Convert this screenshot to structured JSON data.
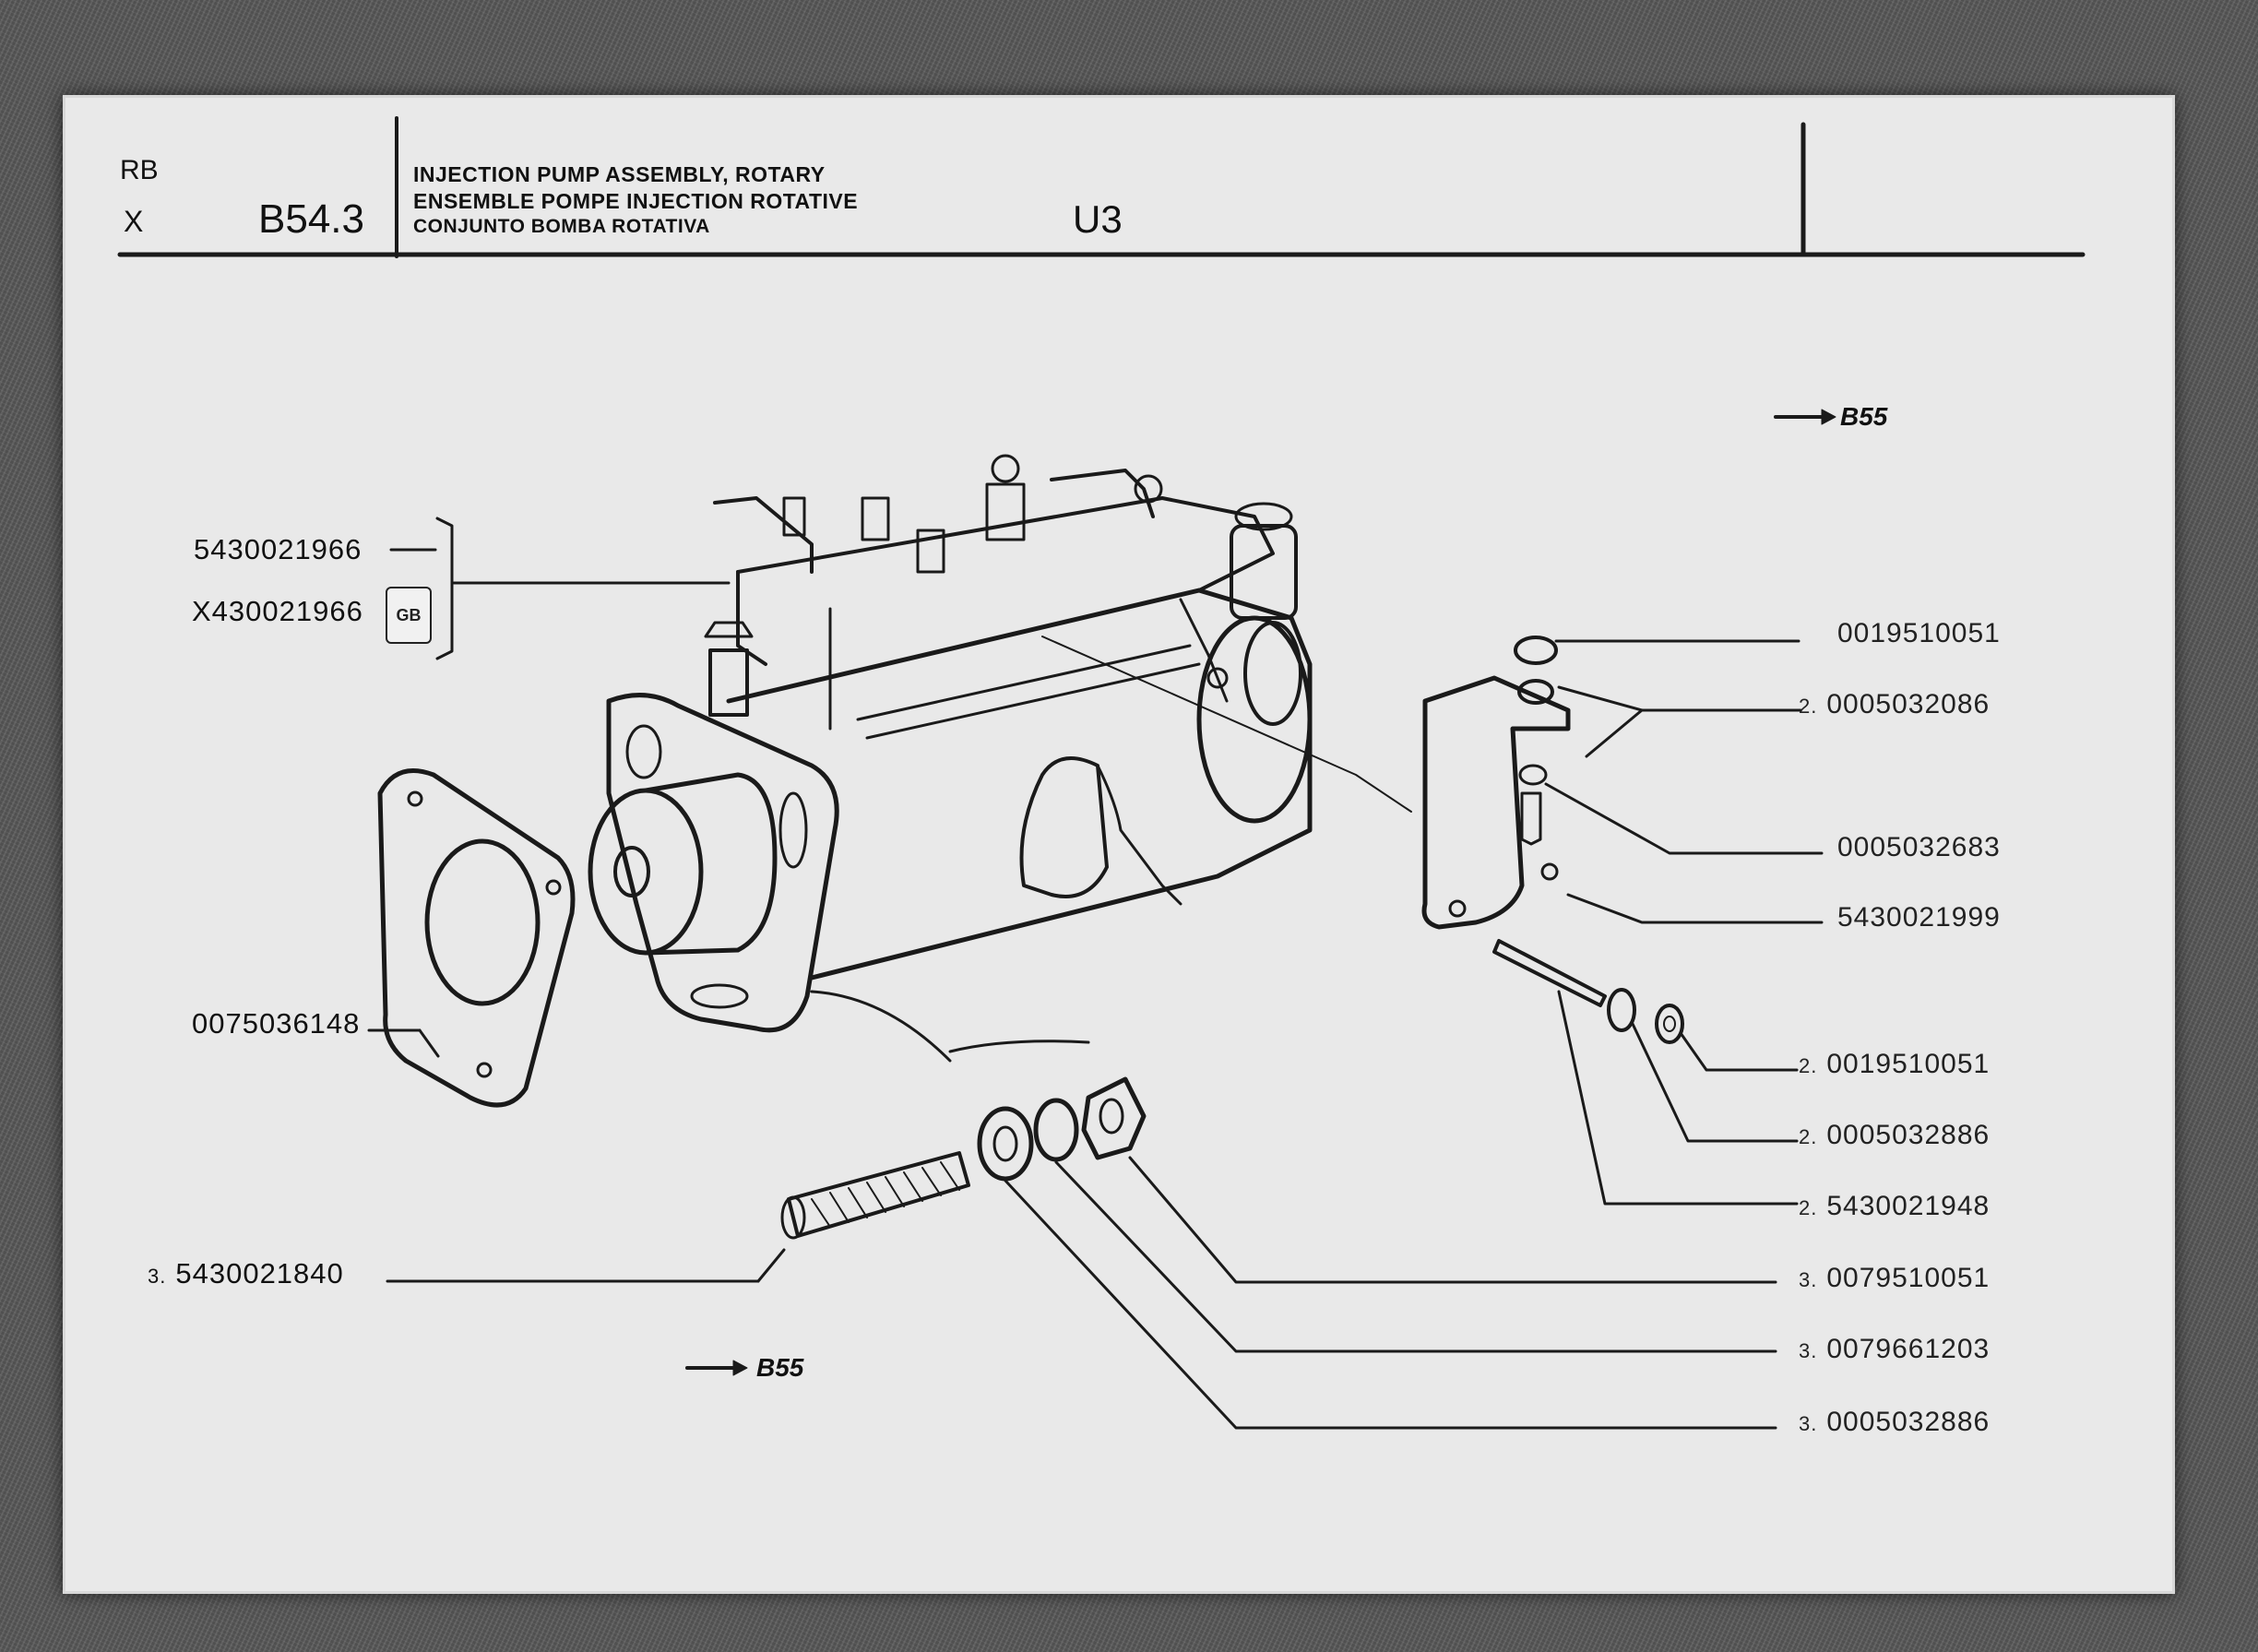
{
  "header": {
    "code_rb": "RB",
    "code_x": "X",
    "page_code": "B54.3",
    "description_en": "INJECTION PUMP ASSEMBLY, ROTARY",
    "description_fr": "ENSEMBLE POMPE INJECTION ROTATIVE",
    "description_es": "CONJUNTO BOMBA ROTATIVA",
    "model": "U3"
  },
  "references": {
    "top_right": "B55",
    "bottom": "B55"
  },
  "badge": "GB",
  "parts_left": [
    {
      "qty": "",
      "number": "5430021966"
    },
    {
      "qty": "",
      "number": "X430021966"
    },
    {
      "qty": "",
      "number": "0075036148"
    },
    {
      "qty": "3.",
      "number": "5430021840"
    }
  ],
  "parts_right": [
    {
      "qty": "",
      "number": "0019510051"
    },
    {
      "qty": "2.",
      "number": "0005032086"
    },
    {
      "qty": "",
      "number": "0005032683"
    },
    {
      "qty": "",
      "number": "5430021999"
    },
    {
      "qty": "2.",
      "number": "0019510051"
    },
    {
      "qty": "2.",
      "number": "0005032886"
    },
    {
      "qty": "2.",
      "number": "5430021948"
    },
    {
      "qty": "3.",
      "number": "0079510051"
    },
    {
      "qty": "3.",
      "number": "0079661203"
    },
    {
      "qty": "3.",
      "number": "0005032886"
    }
  ]
}
